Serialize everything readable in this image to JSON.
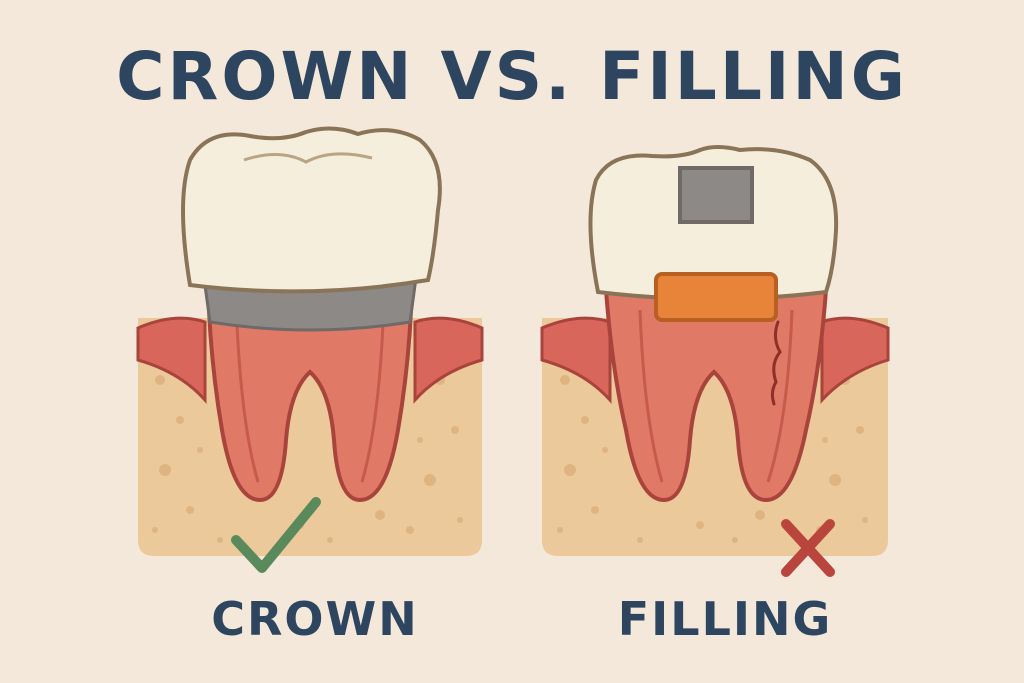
{
  "title": "CROWN VS. FILLING",
  "panels": [
    {
      "label": "CROWN",
      "verdict": "check-icon"
    },
    {
      "label": "FILLING",
      "verdict": "cross-icon"
    }
  ],
  "colors": {
    "background": "#f4e8da",
    "text": "#2e4560",
    "bone": "#ecc99a",
    "gum": "#d9665a",
    "root": "#e07a66",
    "enamel": "#f6eedc",
    "metal": "#8c8987",
    "composite": "#e8843a",
    "check": "#5a8a5c",
    "cross": "#b9453c"
  }
}
